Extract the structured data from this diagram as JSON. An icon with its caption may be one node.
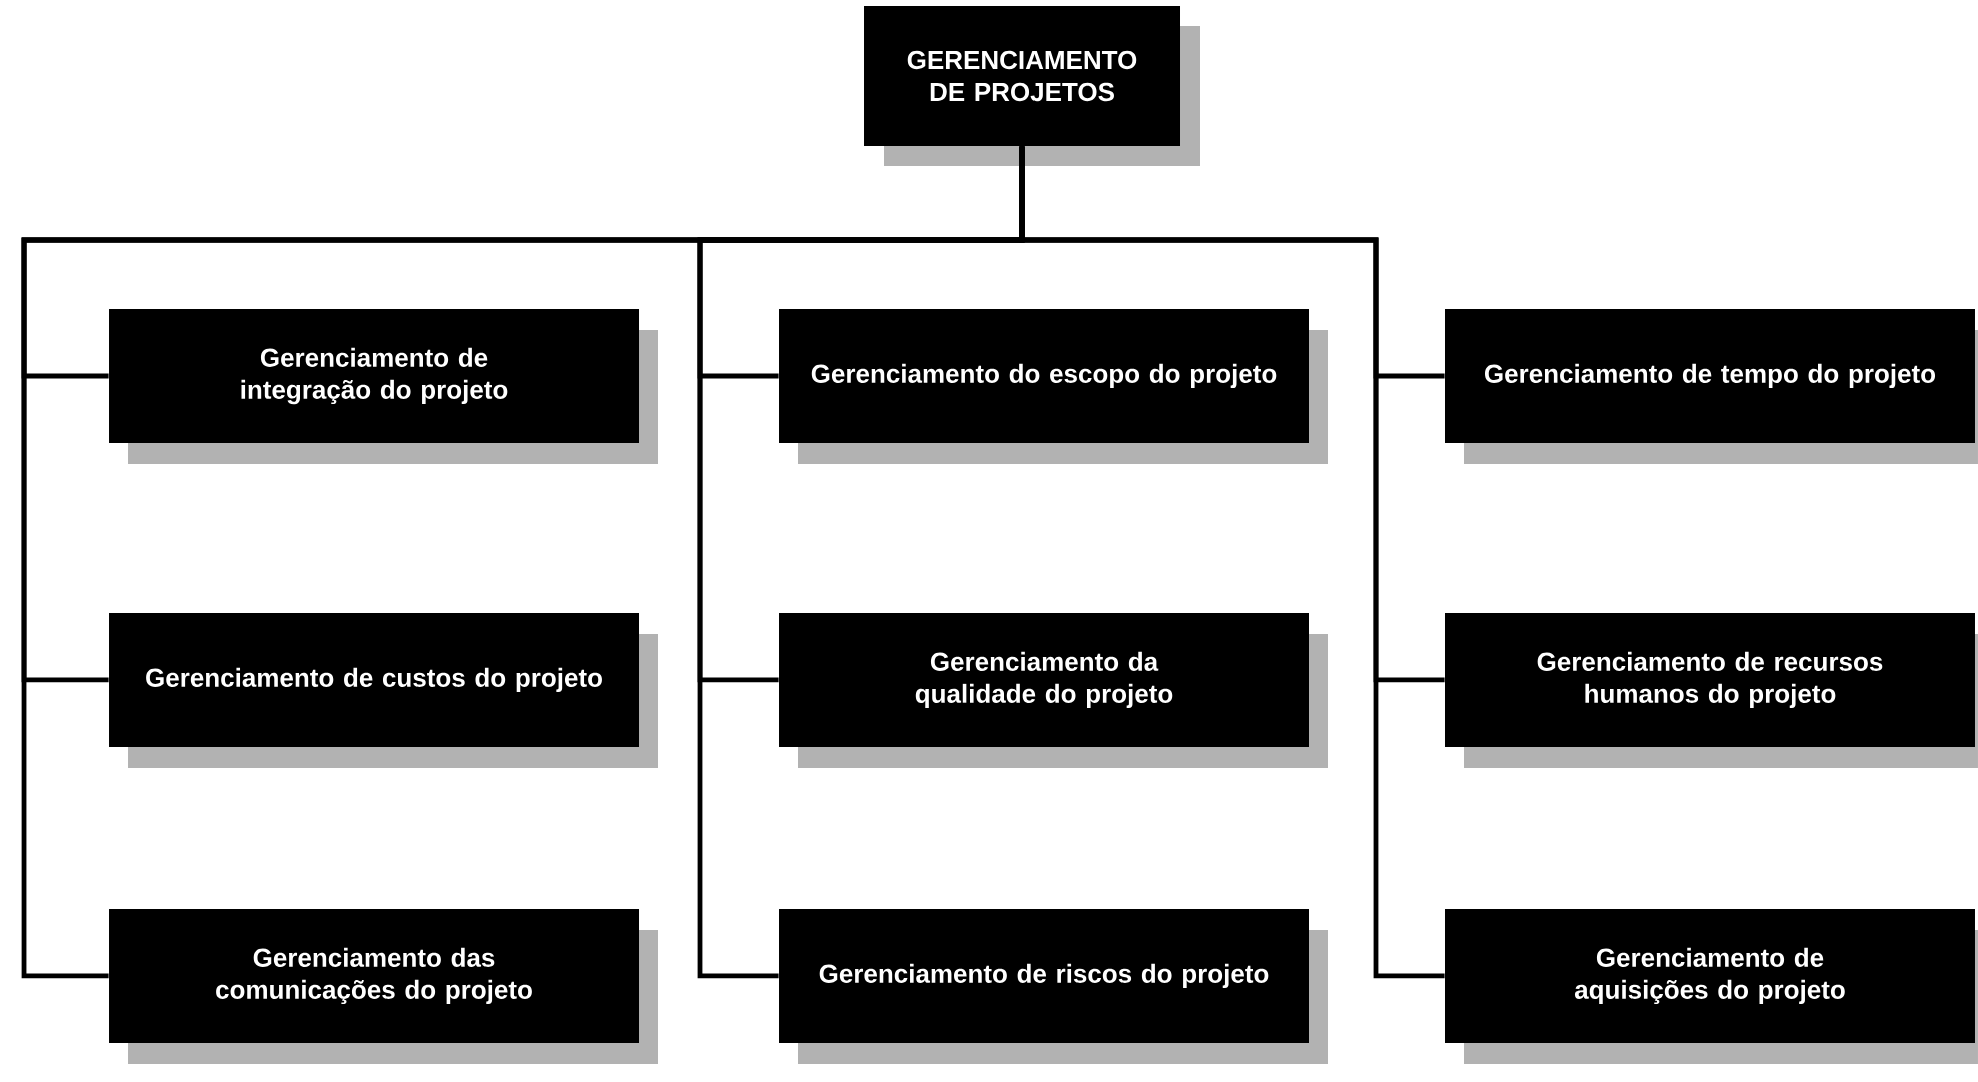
{
  "diagram": {
    "nodes": [
      {
        "text": [
          "GERENCIAMENTO DE PROJETOS"
        ]
      },
      {
        "text": [
          "Gerenciamento de integração do projeto"
        ]
      },
      {
        "text": [
          "Gerenciamento do escopo do projeto"
        ]
      },
      {
        "text": [
          "Gerenciamento de tempo do projeto"
        ]
      },
      {
        "text": [
          "Gerenciamento de custos do projeto"
        ]
      },
      {
        "text": [
          "Gerenciamento da qualidade do projeto"
        ]
      },
      {
        "text": [
          "Gerenciamento de recursos humanos do projeto"
        ]
      },
      {
        "text": [
          "Gerenciamento das comunicações do projeto"
        ]
      },
      {
        "text": [
          "Gerenciamento de riscos do projeto"
        ]
      },
      {
        "text": [
          "Gerenciamento de aquisições do projeto"
        ]
      }
    ],
    "edges": [
      {
        "from": 0,
        "to": 1,
        "arrow": "none"
      },
      {
        "from": 0,
        "to": 2,
        "arrow": "none"
      },
      {
        "from": 0,
        "to": 3,
        "arrow": "none"
      },
      {
        "from": 0,
        "to": 4,
        "arrow": "none"
      },
      {
        "from": 0,
        "to": 5,
        "arrow": "none"
      },
      {
        "from": 0,
        "to": 6,
        "arrow": "none"
      },
      {
        "from": 0,
        "to": 7,
        "arrow": "none"
      },
      {
        "from": 0,
        "to": 8,
        "arrow": "none"
      },
      {
        "from": 0,
        "to": 9,
        "arrow": "none"
      }
    ]
  }
}
